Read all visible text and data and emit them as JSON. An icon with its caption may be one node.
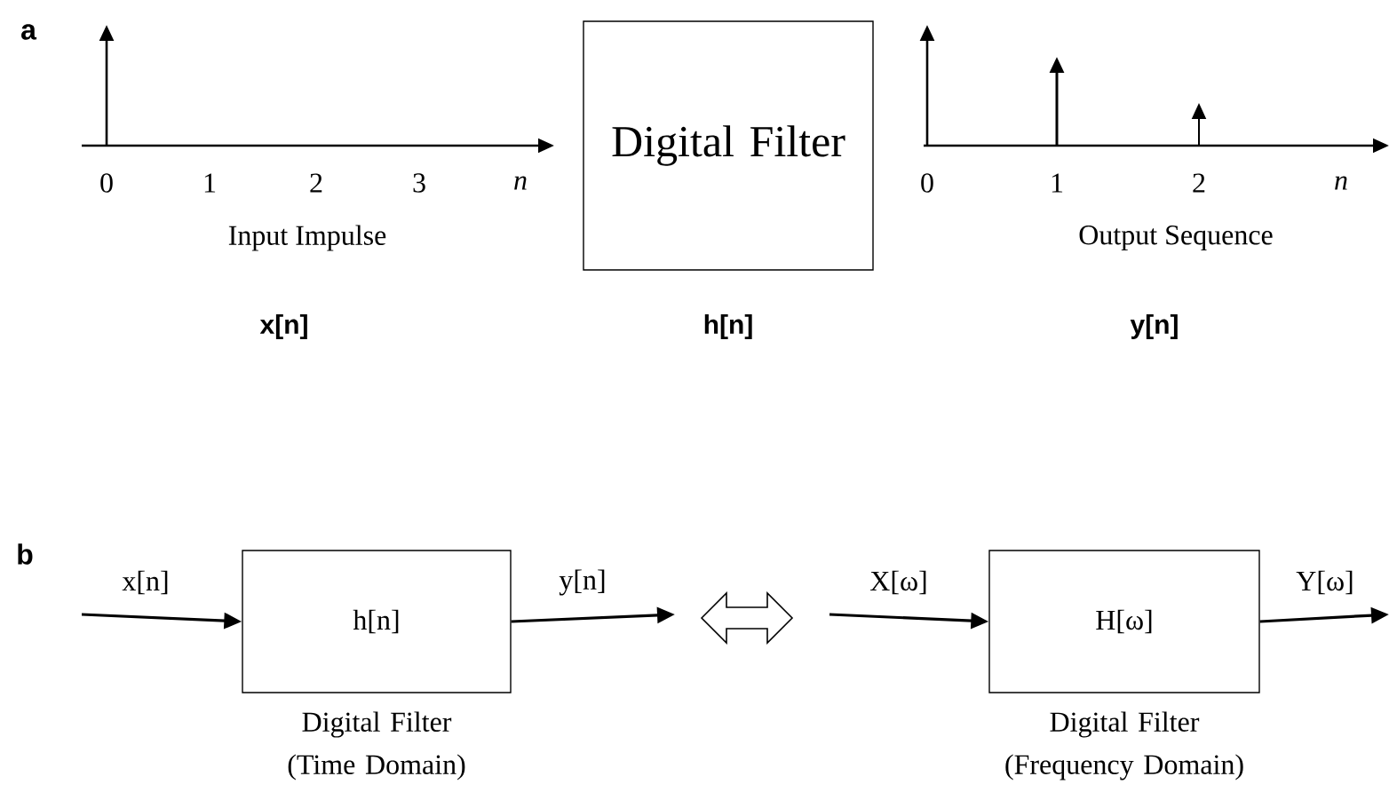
{
  "diagram": {
    "nodes": [
      {
        "text": [
          "Digital Filter"
        ],
        "beside": [
          "h[n]"
        ]
      },
      {
        "text": [
          "h[n]"
        ],
        "beside": [
          "Digital Filter (Time Domain)"
        ]
      },
      {
        "text": [
          "H[ω]"
        ],
        "beside": [
          "Digital Filter (Frequency Domain)"
        ]
      }
    ],
    "edges": [
      {
        "from": null,
        "to": 1,
        "arrow": "to",
        "label": "x[n]"
      },
      {
        "from": 1,
        "to": null,
        "arrow": "to",
        "label": "y[n]"
      },
      {
        "from": null,
        "to": 2,
        "arrow": "to",
        "label": "X[ω]"
      },
      {
        "from": 2,
        "to": null,
        "arrow": "to",
        "label": "Y[ω]"
      }
    ],
    "labels": [
      "a",
      "0",
      "1",
      "2",
      "3",
      "n",
      "Input Impulse",
      "x[n]",
      "0",
      "1",
      "2",
      "n",
      "Output Sequence",
      "y[n]",
      "b"
    ]
  }
}
